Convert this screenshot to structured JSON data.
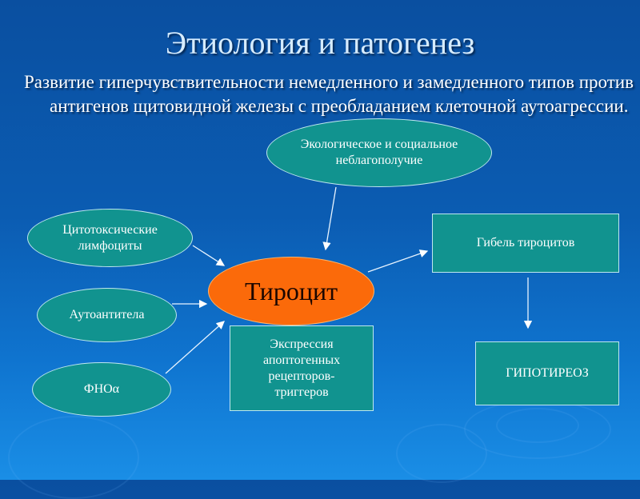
{
  "slide": {
    "title": "Этиология и патогенез",
    "intro": "Развитие гиперчувствительности немедленного и замедленного типов против антигенов щитовидной железы с преобладанием клеточной аутоагрессии."
  },
  "diagram": {
    "nodes": {
      "ecology": "Экологическое и социальное неблагополучие",
      "cytotoxic": "Цитотоксические лимфоциты",
      "autoantibodies": "Аутоантитела",
      "tnf": "ФНОα",
      "thyrocyte": "Тироцит",
      "expression": "Экспрессия апоптогенных рецепторов-триггеров",
      "death": "Гибель тироцитов",
      "hypothyroidism": "ГИПОТИРЕОЗ"
    },
    "edges": [
      {
        "from": "ecology",
        "to": "thyrocyte"
      },
      {
        "from": "cytotoxic",
        "to": "thyrocyte"
      },
      {
        "from": "autoantibodies",
        "to": "thyrocyte"
      },
      {
        "from": "tnf",
        "to": "thyrocyte"
      },
      {
        "from": "thyrocyte",
        "to": "death"
      },
      {
        "from": "death",
        "to": "hypothyroidism"
      }
    ],
    "colors": {
      "node_fill": "#11938f",
      "core_fill": "#fb6a0a",
      "background": "#0b5cb2"
    }
  }
}
